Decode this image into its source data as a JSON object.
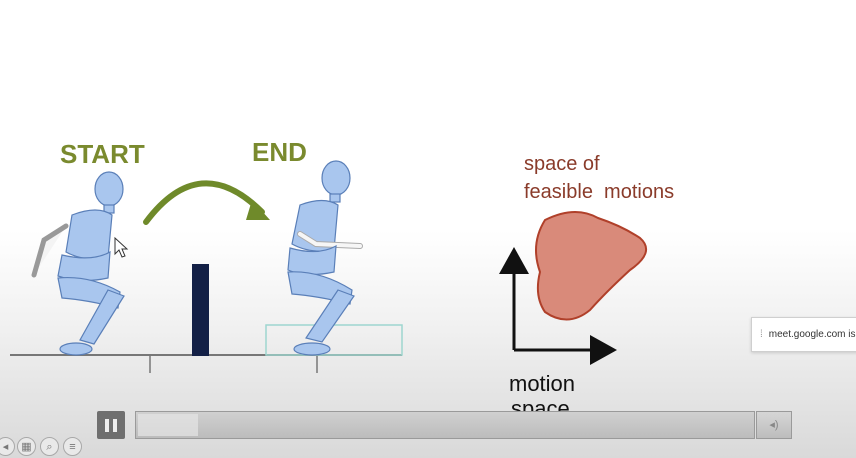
{
  "slide": {
    "start_label": "START",
    "end_label": "END",
    "feasible_line1": "space of",
    "feasible_line2": "feasible  motions",
    "motion_line1": "motion",
    "motion_line2": "space"
  },
  "colors": {
    "label_green": "#7a8a2e",
    "arrow_green": "#6f8a2a",
    "feasible_text": "#8a3b2a",
    "blob_fill": "#d98a7a",
    "blob_stroke": "#b0402a",
    "robot_body": "#a9c6ee",
    "robot_outline": "#5a7fb8",
    "obstacle": "#132046",
    "platform": "#9ed6cf"
  },
  "player": {
    "state": "paused"
  },
  "toast": {
    "text": "meet.google.com is s"
  },
  "icons": {
    "pause": "pause-icon",
    "volume": "volume-icon",
    "cursor": "mouse-cursor-icon",
    "arrow": "jump-arrow",
    "axes": "axes-arrows"
  }
}
